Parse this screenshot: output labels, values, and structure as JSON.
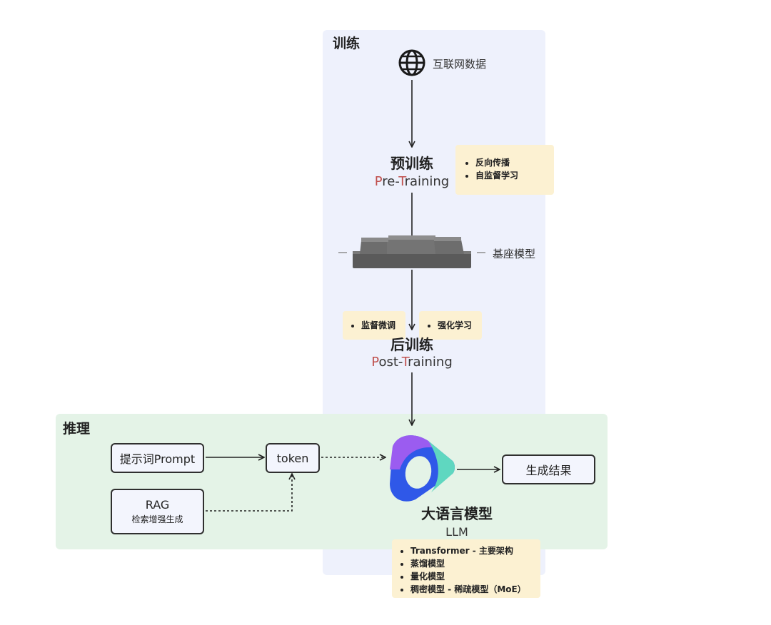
{
  "training": {
    "title": "训练",
    "internet_label": "互联网数据",
    "pretrain": {
      "cn": "预训练",
      "en_first": "P",
      "en_mid1": "re-",
      "en_t": "T",
      "en_rest": "raining"
    },
    "pretrain_notes": [
      "反向传播",
      "自监督学习"
    ],
    "base_model_label": "基座模型",
    "posttrain_notes_left": [
      "监督微调"
    ],
    "posttrain_notes_right": [
      "强化学习"
    ],
    "posttrain": {
      "cn": "后训练",
      "en_first": "P",
      "en_mid1": "ost-",
      "en_t": "T",
      "en_rest": "raining"
    }
  },
  "inference": {
    "title": "推理",
    "prompt_label": "提示词Prompt",
    "rag_label": "RAG",
    "rag_sub": "检索增强生成",
    "token_label": "token",
    "result_label": "生成结果",
    "llm_cn": "大语言模型",
    "llm_en": "LLM",
    "llm_notes": [
      "Transformer - 主要架构",
      "蒸馏模型",
      "量化模型",
      "稠密模型  -  稀疏模型（MoE）"
    ]
  },
  "colors": {
    "train_bg": "#eef1fc",
    "infer_bg": "#e4f3e7",
    "note_bg": "#fcf1d2",
    "accent": "#c0504d",
    "logo_purple": "#9b5cf0",
    "logo_blue": "#2f58e8",
    "logo_teal": "#5fd7c0"
  },
  "icons": {
    "internet": "globe-icon",
    "base_model": "stacked-blocks-icon",
    "llm": "llm-logo-icon"
  }
}
